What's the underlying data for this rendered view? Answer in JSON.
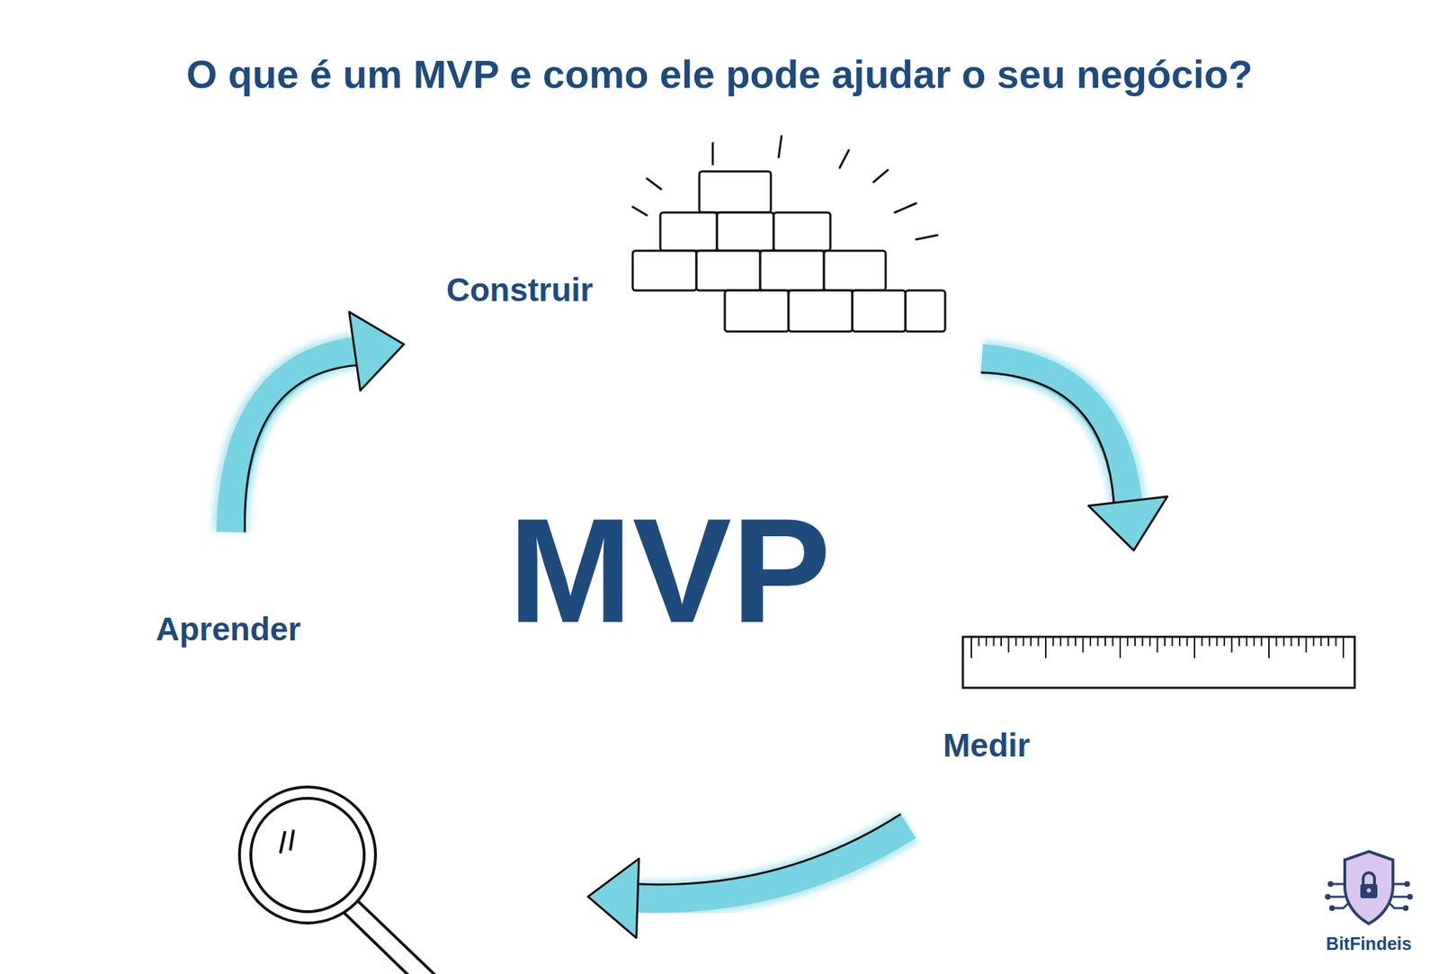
{
  "diagram": {
    "title": "O que é um MVP e como ele pode ajudar o seu negócio?",
    "nodes": [
      {
        "text": [
          "Construir"
        ]
      },
      {
        "text": [
          "Medir"
        ]
      },
      {
        "text": [
          "Aprender"
        ]
      }
    ],
    "edges": [
      {
        "from": 0,
        "to": 1,
        "arrow": "to"
      },
      {
        "from": 1,
        "to": 2,
        "arrow": "to"
      },
      {
        "from": 2,
        "to": 0,
        "arrow": "to"
      }
    ],
    "labels": [
      "MVP",
      "BitFindeis"
    ]
  }
}
